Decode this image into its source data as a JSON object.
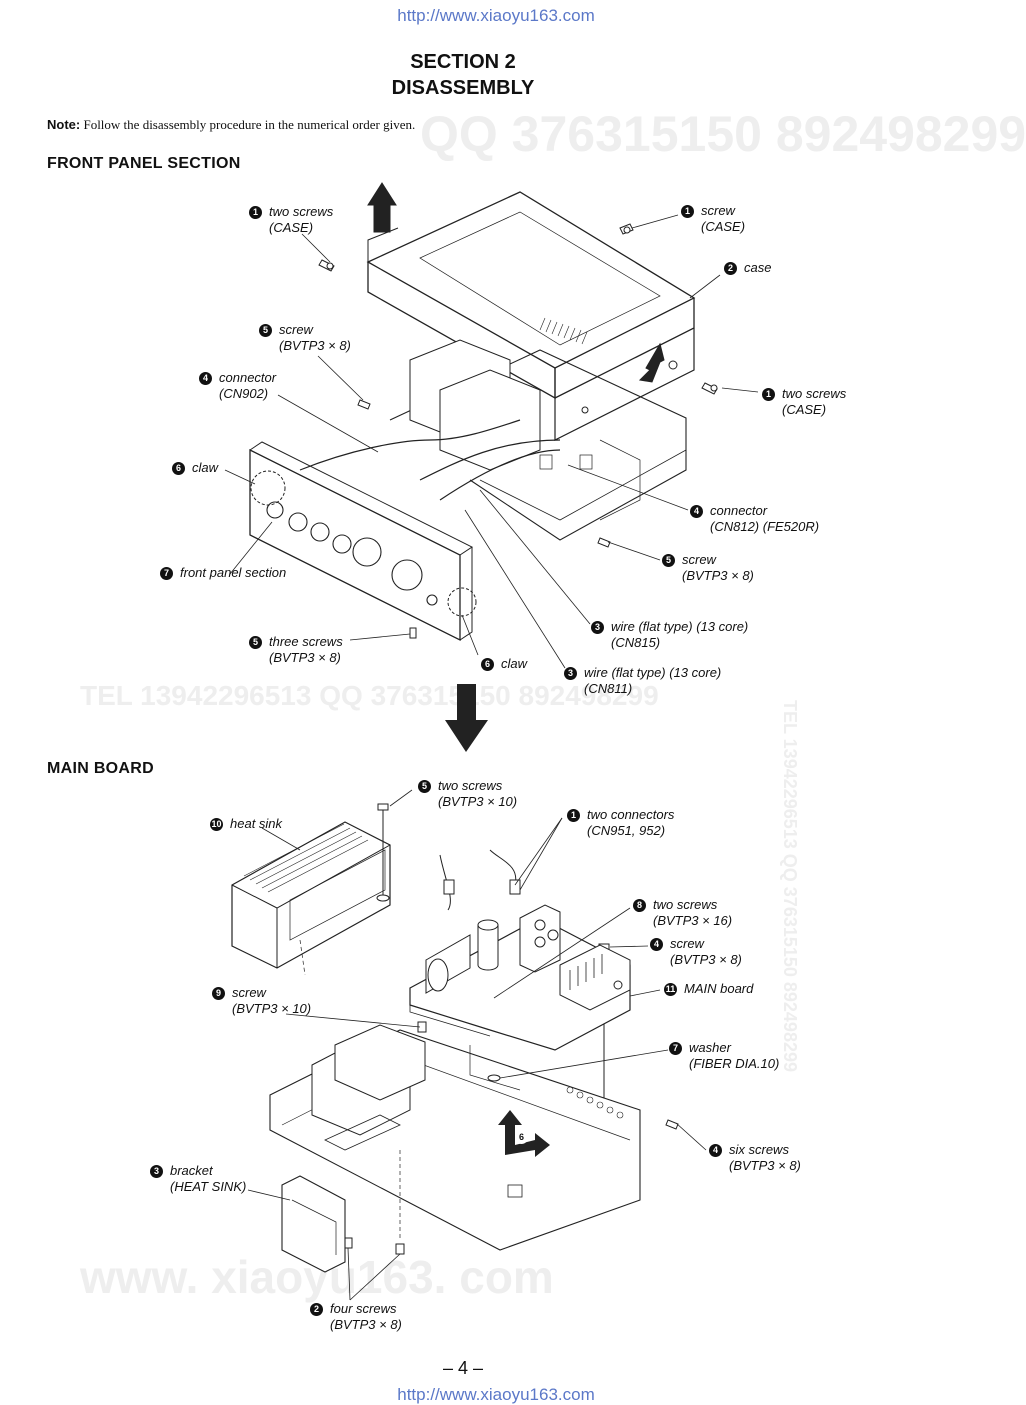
{
  "header_url": "http://www.xiaoyu163.com",
  "footer_url": "http://www.xiaoyu163.com",
  "title_line1": "SECTION  2",
  "title_line2": "DISASSEMBLY",
  "note_label": "Note:",
  "note_text": " Follow the disassembly procedure in the numerical order given.",
  "section1": "FRONT  PANEL  SECTION",
  "section2": "MAIN  BOARD",
  "page_number": "– 4 –",
  "watermarks": {
    "qq1": "QQ 376315150   892498299",
    "tel": "TEL 13942296513   QQ 376315150   892498299",
    "www": "www. xiaoyu163. com",
    "side": "TEL 13942296513  QQ 376315150  892498299"
  },
  "front_panel": [
    {
      "n": "1",
      "line1": "two screws",
      "line2": "(CASE)"
    },
    {
      "n": "1",
      "line1": "screw",
      "line2": "(CASE)"
    },
    {
      "n": "2",
      "line1": "case",
      "line2": ""
    },
    {
      "n": "5",
      "line1": "screw",
      "line2": "(BVTP3 × 8)"
    },
    {
      "n": "4",
      "line1": "connector",
      "line2": "(CN902)"
    },
    {
      "n": "1",
      "line1": "two screws",
      "line2": "(CASE)"
    },
    {
      "n": "6",
      "line1": "claw",
      "line2": ""
    },
    {
      "n": "4",
      "line1": "connector",
      "line2": "(CN812) (FE520R)"
    },
    {
      "n": "5",
      "line1": "screw",
      "line2": "(BVTP3 × 8)"
    },
    {
      "n": "7",
      "line1": "front panel section",
      "line2": ""
    },
    {
      "n": "3",
      "line1": "wire (flat type) (13 core)",
      "line2": "(CN815)"
    },
    {
      "n": "5",
      "line1": "three screws",
      "line2": "(BVTP3 × 8)"
    },
    {
      "n": "6",
      "line1": "claw",
      "line2": ""
    },
    {
      "n": "3",
      "line1": "wire (flat type) (13 core)",
      "line2": "(CN811)"
    }
  ],
  "main_board": [
    {
      "n": "5",
      "line1": "two screws",
      "line2": "(BVTP3 × 10)"
    },
    {
      "n": "10",
      "line1": "heat sink",
      "line2": ""
    },
    {
      "n": "1",
      "line1": "two connectors",
      "line2": "(CN951, 952)"
    },
    {
      "n": "8",
      "line1": "two screws",
      "line2": "(BVTP3 × 16)"
    },
    {
      "n": "4",
      "line1": "screw",
      "line2": "(BVTP3 × 8)"
    },
    {
      "n": "11",
      "line1": "MAIN board",
      "line2": ""
    },
    {
      "n": "9",
      "line1": "screw",
      "line2": "(BVTP3 × 10)"
    },
    {
      "n": "7",
      "line1": "washer",
      "line2": "(FIBER  DIA.10)"
    },
    {
      "n": "4",
      "line1": "six screws",
      "line2": "(BVTP3 × 8)"
    },
    {
      "n": "3",
      "line1": "bracket",
      "line2": "(HEAT SINK)"
    },
    {
      "n": "2",
      "line1": "four screws",
      "line2": "(BVTP3 × 8)"
    }
  ],
  "step_marker": "6"
}
